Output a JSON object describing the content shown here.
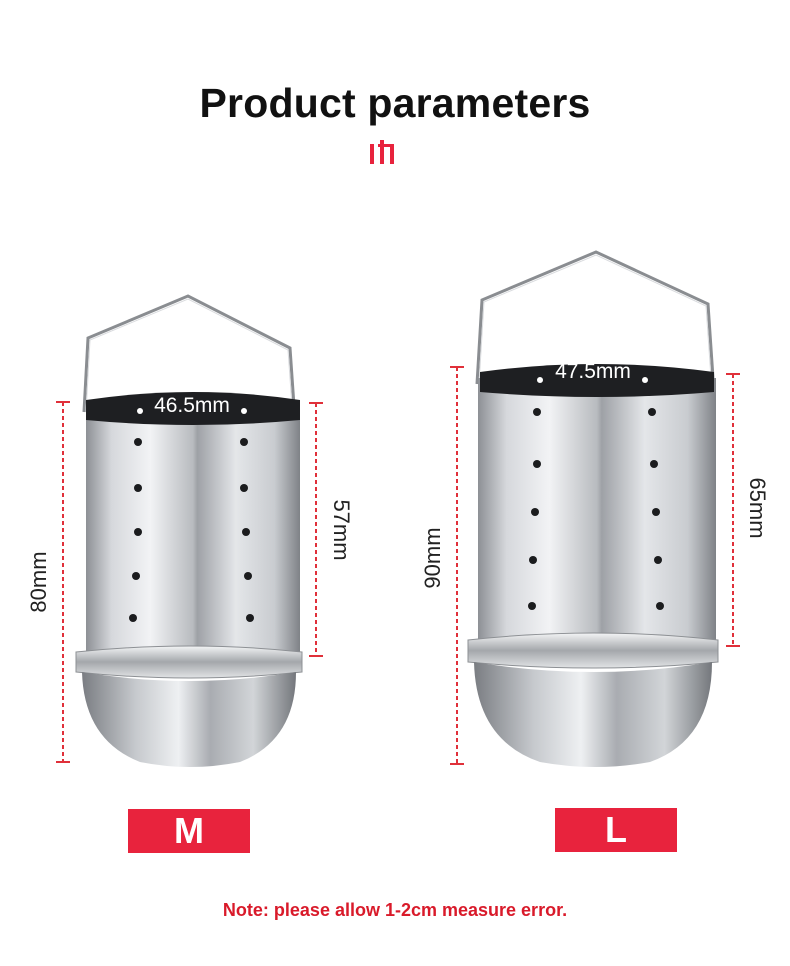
{
  "header": {
    "title": "Product parameters"
  },
  "products": [
    {
      "size_label": "M",
      "top_width": "46.5mm",
      "total_height": "80mm",
      "body_height": "57mm"
    },
    {
      "size_label": "L",
      "top_width": "47.5mm",
      "total_height": "90mm",
      "body_height": "65mm"
    }
  ],
  "note": "Note: please allow 1-2cm measure error.",
  "colors": {
    "accent_red": "#e8233d",
    "note_red": "#d91a2a",
    "dimension_line": "#e0303a"
  }
}
